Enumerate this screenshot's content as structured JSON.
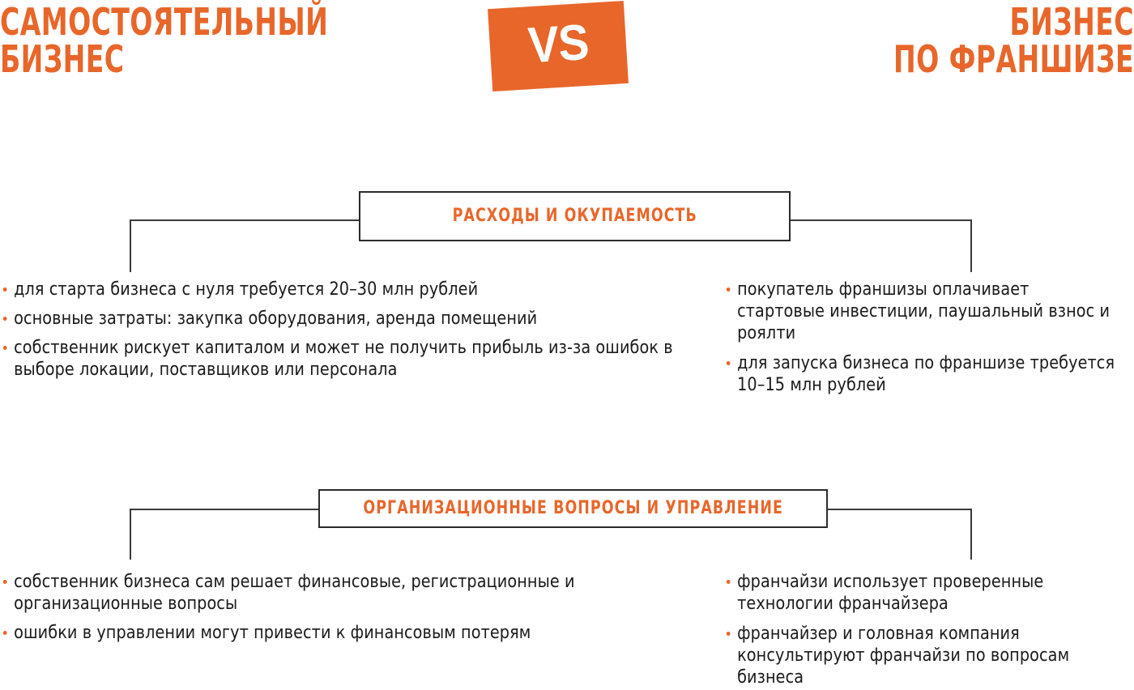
{
  "headline": {
    "left": "Самостоятельный\nбизнес",
    "right": "Бизнес\nпо франшизе"
  },
  "vs_badge": {
    "label": "VS"
  },
  "colors": {
    "accent_orange": "#e8662a",
    "line_dark": "#3a3a3a",
    "box_border": "#2b2b2b",
    "body_text": "#1b1b1b",
    "background": "#ffffff"
  },
  "sections": [
    {
      "title": "Расходы и окупаемость",
      "left_bullets": [
        "для старта бизнеса с нуля требуется 20–30 млн рублей",
        "основные затраты: закупка оборудования, аренда помещений",
        "собственник рискует капиталом и может не получить прибыль из-за ошибок в выборе локации, поставщиков или персонала"
      ],
      "right_bullets": [
        "покупатель франшизы оплачивает стартовые инвестиции, паушальный взнос и роялти",
        "для запуска бизнеса по франшизе требуется 10–15 млн рублей"
      ]
    },
    {
      "title": "Организационные вопросы и управление",
      "left_bullets": [
        "собственник бизнеса сам решает финансовые, регистрационные и организационные вопросы",
        "ошибки в управлении могут привести к финансовым потерям"
      ],
      "right_bullets": [
        "франчайзи использует проверенные технологии франчайзера",
        "франчайзер и головная компания консультируют франчайзи по вопросам бизнеса"
      ]
    }
  ]
}
